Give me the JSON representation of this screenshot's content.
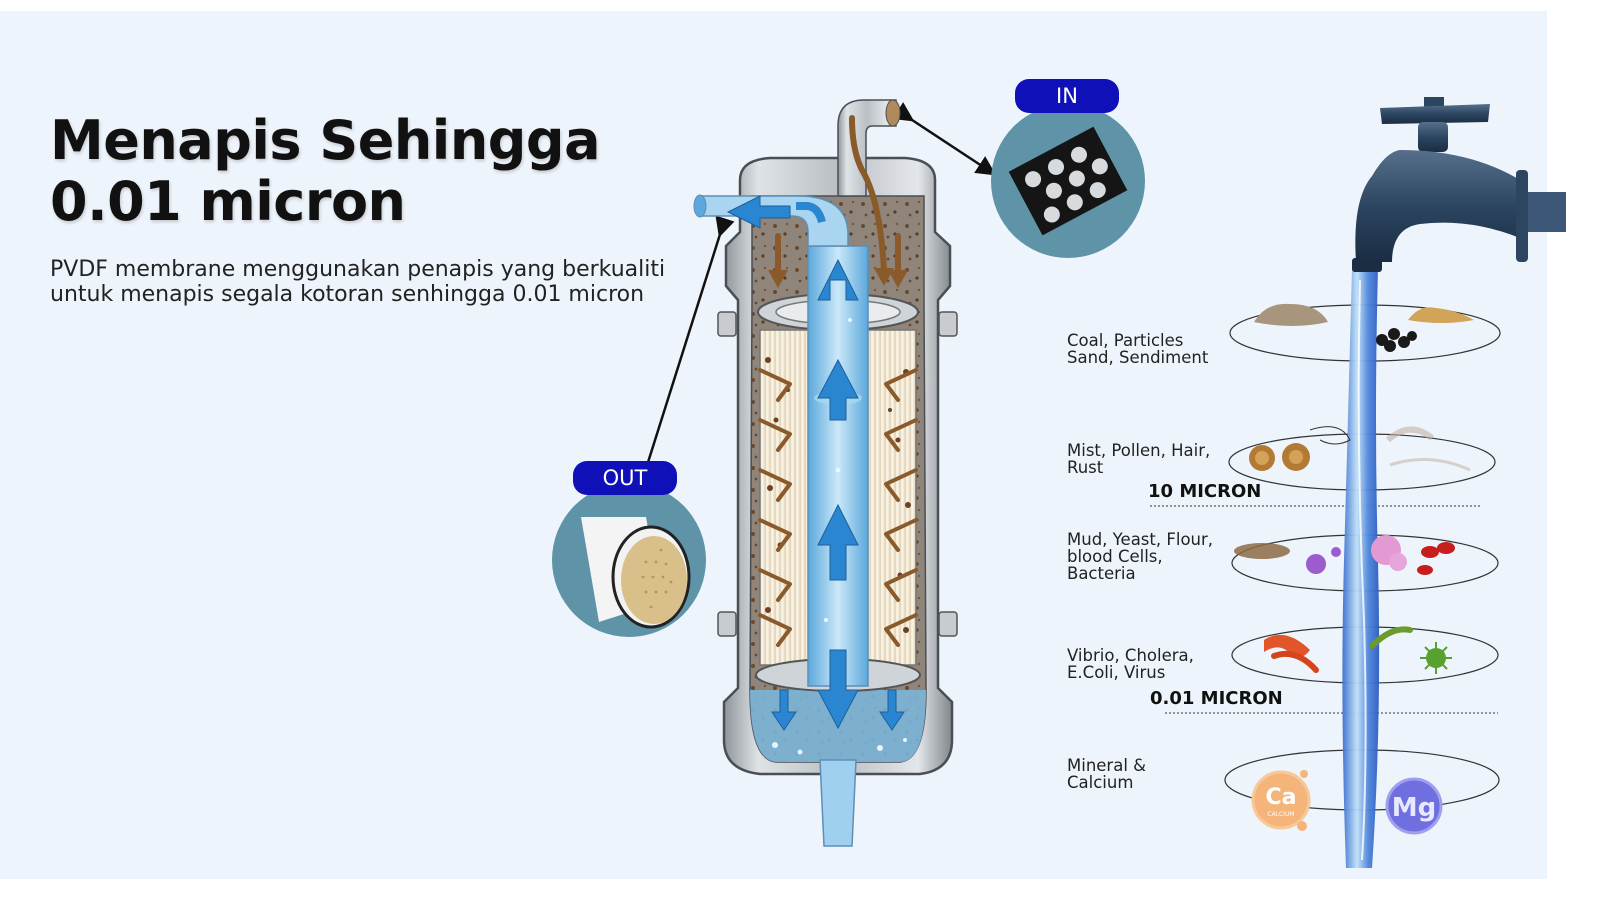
{
  "heading": {
    "line1": "Menapis Sehingga",
    "line2": "0.01 micron"
  },
  "description": "PVDF membrane menggunakan penapis yang berkualiti untuk menapis segala kotoran senhingga 0.01 micron",
  "badges": {
    "in": "IN",
    "out": "OUT"
  },
  "filtration_levels": [
    {
      "label": "Coal, Particles\nSand, Sendiment"
    },
    {
      "label": "Mist, Pollen, Hair,\nRust"
    },
    {
      "label": "Mud, Yeast, Flour,\nblood Cells,\nBacteria"
    },
    {
      "label": "Vibrio, Cholera,\nE.Coli, Virus"
    },
    {
      "label": "Mineral &\nCalcium"
    }
  ],
  "micron_markers": {
    "ten": "10 MICRON",
    "point_zero_one": "0.01 MICRON"
  },
  "mineral_symbols": {
    "calcium": "Ca",
    "calcium_caption": "CALCIUM",
    "magnesium": "Mg"
  },
  "colors": {
    "badge": "#1010b8",
    "water": "#7ec0e8",
    "flow_in_arrow": "#8a5a2b",
    "flow_out_arrow": "#2a86d0",
    "lens_circle": "#5e93a8",
    "background": "#eef4fb"
  },
  "icons": [
    "water-tap-icon",
    "filter-housing-icon",
    "mesh-screen-icon",
    "membrane-outlet-icon",
    "calcium-icon",
    "magnesium-icon"
  ]
}
